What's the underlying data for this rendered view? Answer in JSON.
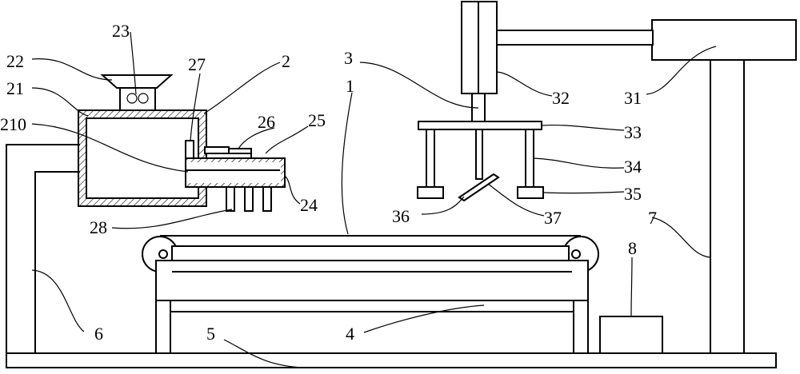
{
  "diagram": {
    "labels": {
      "l1": "1",
      "l2": "2",
      "l3": "3",
      "l4": "4",
      "l5": "5",
      "l6": "6",
      "l7": "7",
      "l8": "8",
      "l21": "21",
      "l22": "22",
      "l23": "23",
      "l24": "24",
      "l25": "25",
      "l26": "26",
      "l27": "27",
      "l28": "28",
      "l31": "31",
      "l32": "32",
      "l33": "33",
      "l34": "34",
      "l35": "35",
      "l36": "36",
      "l37": "37",
      "l210": "210"
    }
  }
}
